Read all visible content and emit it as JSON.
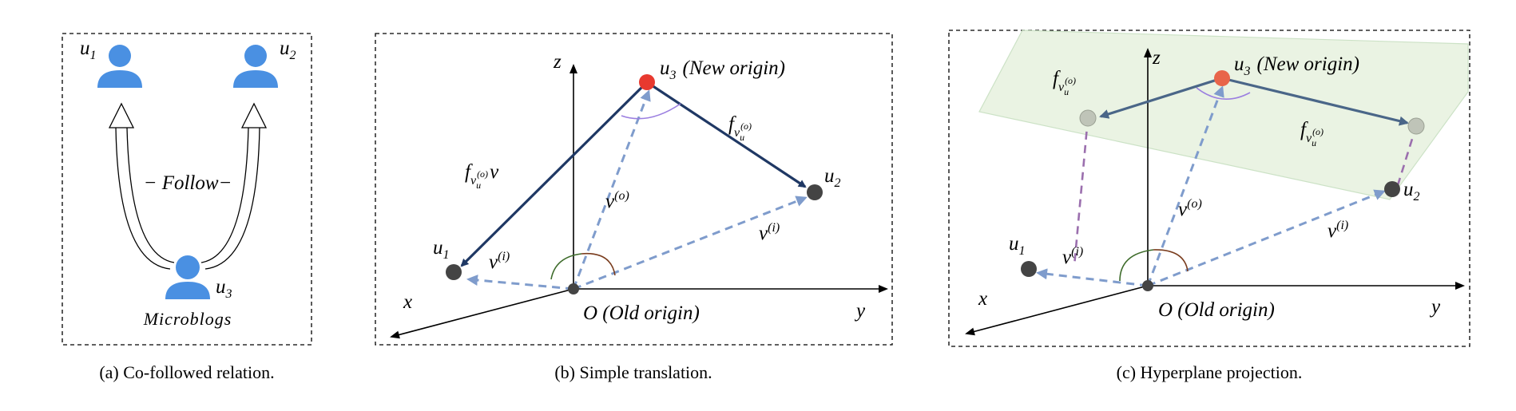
{
  "panels": [
    {
      "caption": "(a)  Co-followed relation.",
      "labels": {
        "u1": "u",
        "u1_sub": "1",
        "u2": "u",
        "u2_sub": "2",
        "u3": "u",
        "u3_sub": "3",
        "follow": "− Follow−",
        "microblogs": "Microblogs"
      }
    },
    {
      "caption": "(b)  Simple translation.",
      "labels": {
        "x": "x",
        "y": "y",
        "z": "z",
        "origin": "O (Old origin)",
        "u1": "u",
        "u1_sub": "1",
        "u2": "u",
        "u2_sub": "2",
        "u3": "u",
        "u3_sub": "3",
        "new_origin": "(New origin)",
        "f": "f",
        "v": "v",
        "vo_sup": "(o)",
        "vi_sup": "(i)",
        "u": "u"
      }
    },
    {
      "caption": "(c)  Hyperplane projection.",
      "labels": {
        "x": "x",
        "y": "y",
        "z": "z",
        "origin": "O (Old origin)",
        "u1": "u",
        "u1_sub": "1",
        "u2": "u",
        "u2_sub": "2",
        "u3": "u",
        "u3_sub": "3",
        "new_origin": "(New origin)",
        "f": "f",
        "v": "v",
        "vo_sup": "(o)",
        "vi_sup": "(i)",
        "u": "u"
      }
    }
  ],
  "colors": {
    "user_icon": "#4a90e2",
    "dark_arrow": "#1f3864",
    "dashed_arrow": "#7f9ccc",
    "new_origin": "#e8392f",
    "point": "#444444",
    "hyperplane": "#e8f2e0",
    "projection_line": "#9b6fae",
    "proj_arrow": "#4a6688",
    "angle_purple": "#9b7fe0",
    "angle_green": "#3d6b2a",
    "angle_brown": "#7a3d1e"
  }
}
